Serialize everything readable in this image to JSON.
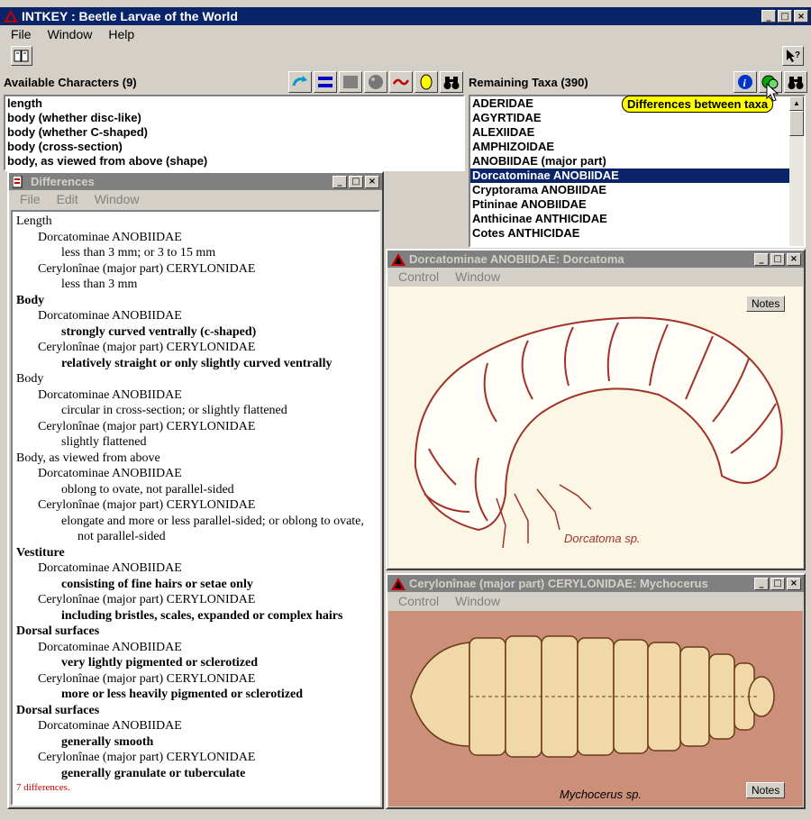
{
  "app": {
    "title": "INTKEY : Beetle Larvae of the World",
    "menu": [
      "File",
      "Window",
      "Help"
    ]
  },
  "characters_panel": {
    "title": "Available Characters (9)",
    "items": [
      "length",
      "body (whether disc-like)",
      "body (whether C-shaped)",
      "body (cross-section)",
      "body, as viewed from above (shape)"
    ]
  },
  "taxa_panel": {
    "title": "Remaining Taxa (390)",
    "tooltip": "Differences between taxa",
    "items": [
      "ADERIDAE",
      "AGYRTIDAE",
      "ALEXIIDAE",
      "AMPHIZOIDAE",
      "ANOBIIDAE (major part)",
      "Dorcatominae ANOBIIDAE",
      "Cryptorama ANOBIIDAE",
      "Ptininae ANOBIIDAE",
      "Anthicinae ANTHICIDAE",
      "Cotes ANTHICIDAE"
    ],
    "selected_index": 5
  },
  "differences_window": {
    "title": "Differences",
    "menu": [
      "File",
      "Edit",
      "Window"
    ],
    "lines": [
      {
        "text": "Length",
        "level": 0,
        "bold": false
      },
      {
        "text": "Dorcatominae ANOBIIDAE",
        "level": 1,
        "bold": false
      },
      {
        "text": "less than 3 mm; or 3 to 15 mm",
        "level": 2,
        "bold": false
      },
      {
        "text": "Cerylonînae (major part) CERYLONIDAE",
        "level": 1,
        "bold": false
      },
      {
        "text": "less than 3 mm",
        "level": 2,
        "bold": false
      },
      {
        "text": "Body",
        "level": 0,
        "bold": true
      },
      {
        "text": "Dorcatominae ANOBIIDAE",
        "level": 1,
        "bold": false
      },
      {
        "text": "strongly curved ventrally (c-shaped)",
        "level": 2,
        "bold": true
      },
      {
        "text": "Cerylonînae (major part) CERYLONIDAE",
        "level": 1,
        "bold": false
      },
      {
        "text": "relatively straight or only slightly curved ventrally",
        "level": 2,
        "bold": true
      },
      {
        "text": "Body",
        "level": 0,
        "bold": false
      },
      {
        "text": "Dorcatominae ANOBIIDAE",
        "level": 1,
        "bold": false
      },
      {
        "text": "circular in cross-section; or slightly flattened",
        "level": 2,
        "bold": false
      },
      {
        "text": "Cerylonînae (major part) CERYLONIDAE",
        "level": 1,
        "bold": false
      },
      {
        "text": "slightly flattened",
        "level": 2,
        "bold": false
      },
      {
        "text": "Body, as viewed from above",
        "level": 0,
        "bold": false
      },
      {
        "text": "Dorcatominae ANOBIIDAE",
        "level": 1,
        "bold": false
      },
      {
        "text": "oblong to ovate, not parallel-sided",
        "level": 2,
        "bold": false
      },
      {
        "text": "Cerylonînae (major part) CERYLONIDAE",
        "level": 1,
        "bold": false
      },
      {
        "text": "elongate and more or less parallel-sided; or oblong to ovate,",
        "level": 2,
        "bold": false
      },
      {
        "text": "not parallel-sided",
        "level": 3,
        "bold": false
      },
      {
        "text": "Vestiture",
        "level": 0,
        "bold": true
      },
      {
        "text": "Dorcatominae ANOBIIDAE",
        "level": 1,
        "bold": false
      },
      {
        "text": "consisting of fine hairs or setae only",
        "level": 2,
        "bold": true
      },
      {
        "text": "Cerylonînae (major part) CERYLONIDAE",
        "level": 1,
        "bold": false
      },
      {
        "text": "including bristles, scales, expanded or complex hairs",
        "level": 2,
        "bold": true
      },
      {
        "text": "Dorsal surfaces",
        "level": 0,
        "bold": true
      },
      {
        "text": "Dorcatominae ANOBIIDAE",
        "level": 1,
        "bold": false
      },
      {
        "text": "very lightly pigmented or sclerotized",
        "level": 2,
        "bold": true
      },
      {
        "text": "Cerylonînae (major part) CERYLONIDAE",
        "level": 1,
        "bold": false
      },
      {
        "text": "more or less heavily pigmented or sclerotized",
        "level": 2,
        "bold": true
      },
      {
        "text": "Dorsal surfaces",
        "level": 0,
        "bold": true
      },
      {
        "text": "Dorcatominae ANOBIIDAE",
        "level": 1,
        "bold": false
      },
      {
        "text": "generally smooth",
        "level": 2,
        "bold": true
      },
      {
        "text": "Cerylonînae (major part) CERYLONIDAE",
        "level": 1,
        "bold": false
      },
      {
        "text": "generally granulate or tuberculate",
        "level": 2,
        "bold": true
      }
    ],
    "summary": "7 differences."
  },
  "image_window_1": {
    "title": "Dorcatominae ANOBIIDAE: Dorcatoma",
    "menu": [
      "Control",
      "Window"
    ],
    "notes_label": "Notes",
    "caption": "Dorcatoma sp."
  },
  "image_window_2": {
    "title": "Cerylonînae (major part) CERYLONIDAE: Mychocerus",
    "menu": [
      "Control",
      "Window"
    ],
    "notes_label": "Notes",
    "caption": "Mychocerus sp."
  },
  "colors": {
    "titlebar_active": "#0a246a",
    "titlebar_inactive": "#808080",
    "summary_text": "#c00000",
    "image1_bg": "#fbf7e4",
    "image2_bg": "#cc8f7a",
    "tooltip_bg": "#ffff00"
  }
}
